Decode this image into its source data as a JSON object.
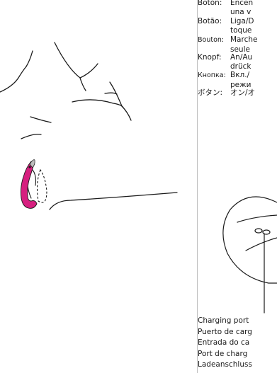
{
  "button_labels": [
    {
      "term": "Botón:",
      "line1": "Encen",
      "line2": "una v"
    },
    {
      "term": "Botão:",
      "line1": "Liga/D",
      "line2": "toque"
    },
    {
      "term": "Bouton:",
      "line1": "Marche",
      "line2": "seule"
    },
    {
      "term": "Knopf:",
      "line1": "An/Au",
      "line2": "drück"
    },
    {
      "term": "Кнопка:",
      "line1": "Вкл./",
      "line2": "режи"
    },
    {
      "term": "ボタン:",
      "line1": "オン/オ",
      "line2": ""
    }
  ],
  "port_labels": [
    "Charging port",
    "Puerto de carg",
    "Entrada do ca",
    "Port de charg",
    "Ladeanschluss"
  ],
  "colors": {
    "device": "#d61f7f",
    "line": "#1a1a1a"
  }
}
